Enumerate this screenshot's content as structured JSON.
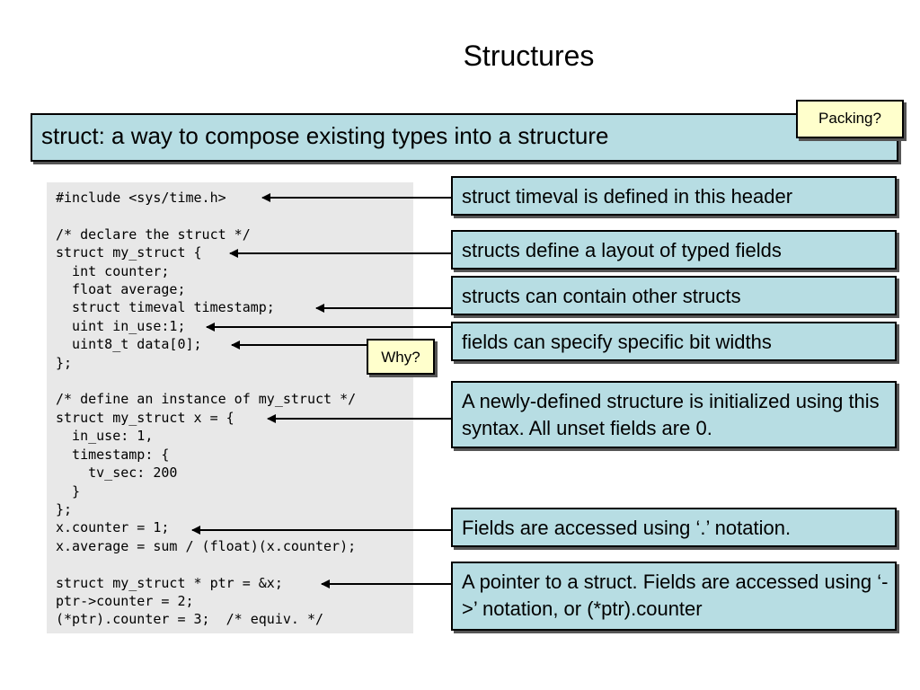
{
  "slide": {
    "title": "Structures",
    "banner": "struct: a way to compose existing types into a structure",
    "notes": {
      "packing": "Packing?",
      "why": "Why?"
    },
    "code_lines": [
      "#include <sys/time.h>",
      "",
      "/* declare the struct */",
      "struct my_struct {",
      "  int counter;",
      "  float average;",
      "  struct timeval timestamp;",
      "  uint in_use:1;",
      "  uint8_t data[0];",
      "};",
      "",
      "/* define an instance of my_struct */",
      "struct my_struct x = {",
      "  in_use: 1,",
      "  timestamp: {",
      "    tv_sec: 200",
      "  }",
      "};",
      "x.counter = 1;",
      "x.average = sum / (float)(x.counter);",
      "",
      "struct my_struct * ptr = &x;",
      "ptr->counter = 2;",
      "(*ptr).counter = 3;  /* equiv. */"
    ],
    "callouts": [
      "struct timeval is defined in this header",
      "structs define a layout of typed fields",
      "structs can contain other structs",
      "fields can specify specific bit widths",
      "A newly-defined structure is initialized using this syntax.  All unset fields are 0.",
      "Fields are accessed using ‘.’ notation.",
      "A pointer to a struct.  Fields are accessed using ‘->’ notation, or (*ptr).counter"
    ]
  }
}
